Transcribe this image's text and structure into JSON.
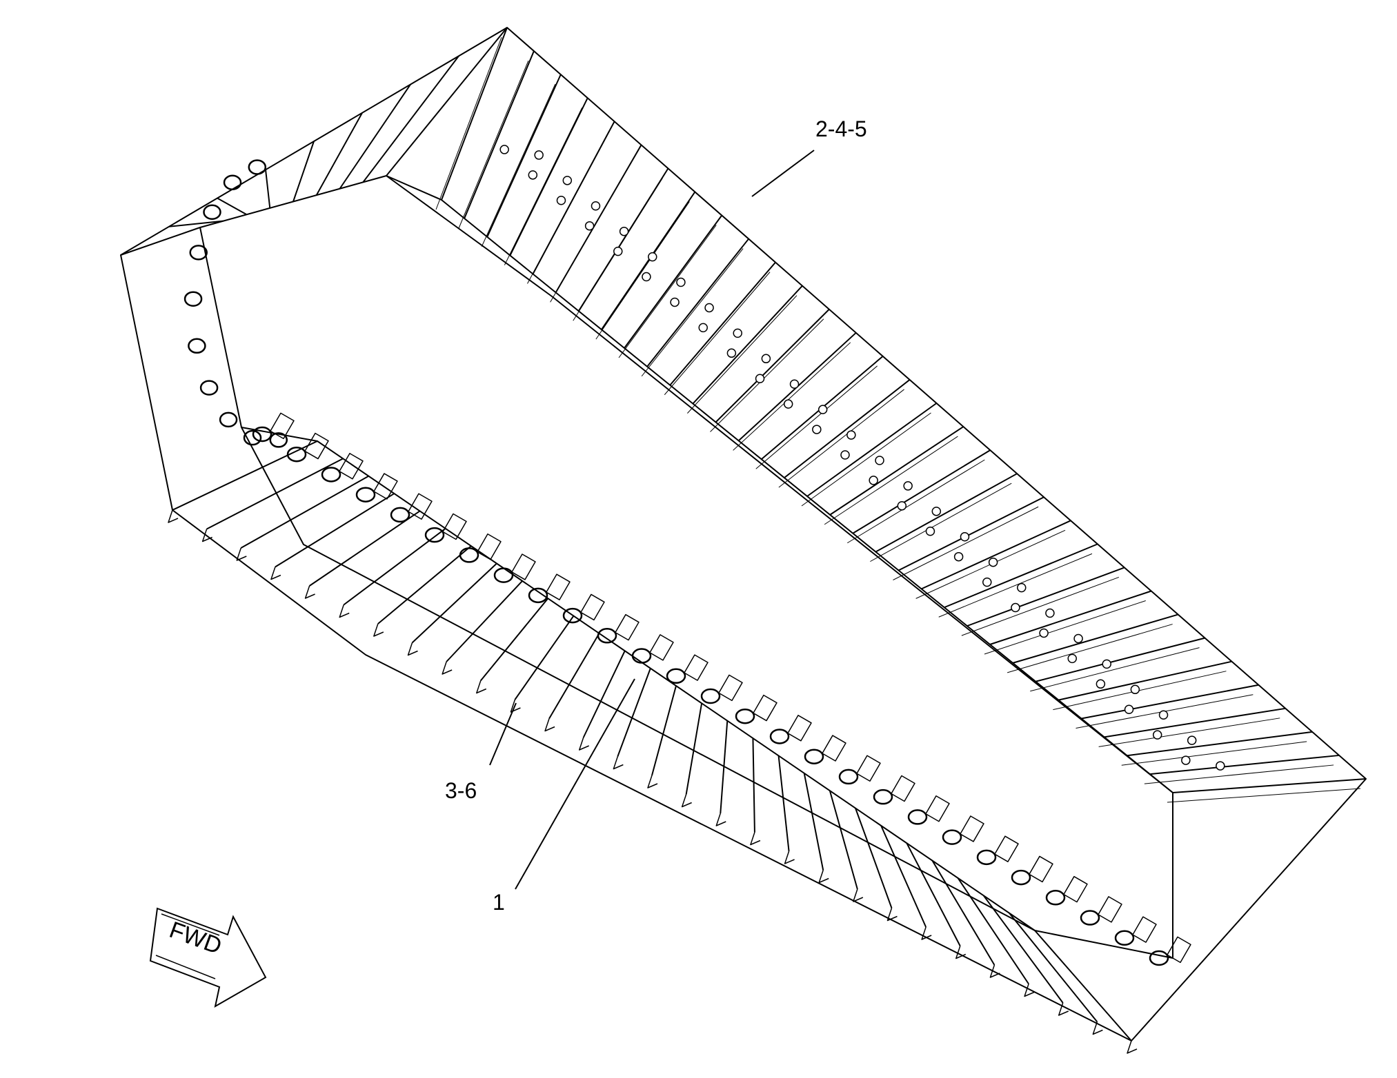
{
  "callouts": [
    {
      "id": "c-2-4-5",
      "label": "2-4-5"
    },
    {
      "id": "c-3-6",
      "label": "3-6"
    },
    {
      "id": "c-1",
      "label": "1"
    }
  ],
  "direction_arrow": {
    "label": "FWD",
    "icon": "forward-arrow-icon"
  },
  "colors": {
    "line": "#000000",
    "background": "#ffffff"
  }
}
